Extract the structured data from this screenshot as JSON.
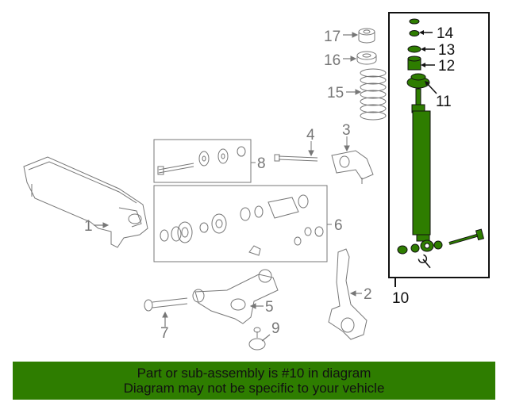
{
  "colors": {
    "highlight": "#2e7d00",
    "line": "#777777",
    "banner_bg": "#2e7d00"
  },
  "callouts": {
    "c1": "1",
    "c2": "2",
    "c3": "3",
    "c4": "4",
    "c5": "5",
    "c6": "6",
    "c7": "7",
    "c8": "8",
    "c9": "9",
    "c10": "10",
    "c11": "11",
    "c12": "12",
    "c13": "13",
    "c14": "14",
    "c15": "15",
    "c16": "16",
    "c17": "17"
  },
  "icons": [
    "wrench-icon"
  ],
  "banner": {
    "line1": "Part or sub-assembly is #10 in diagram",
    "line2": "Diagram may not be specific to your vehicle"
  }
}
